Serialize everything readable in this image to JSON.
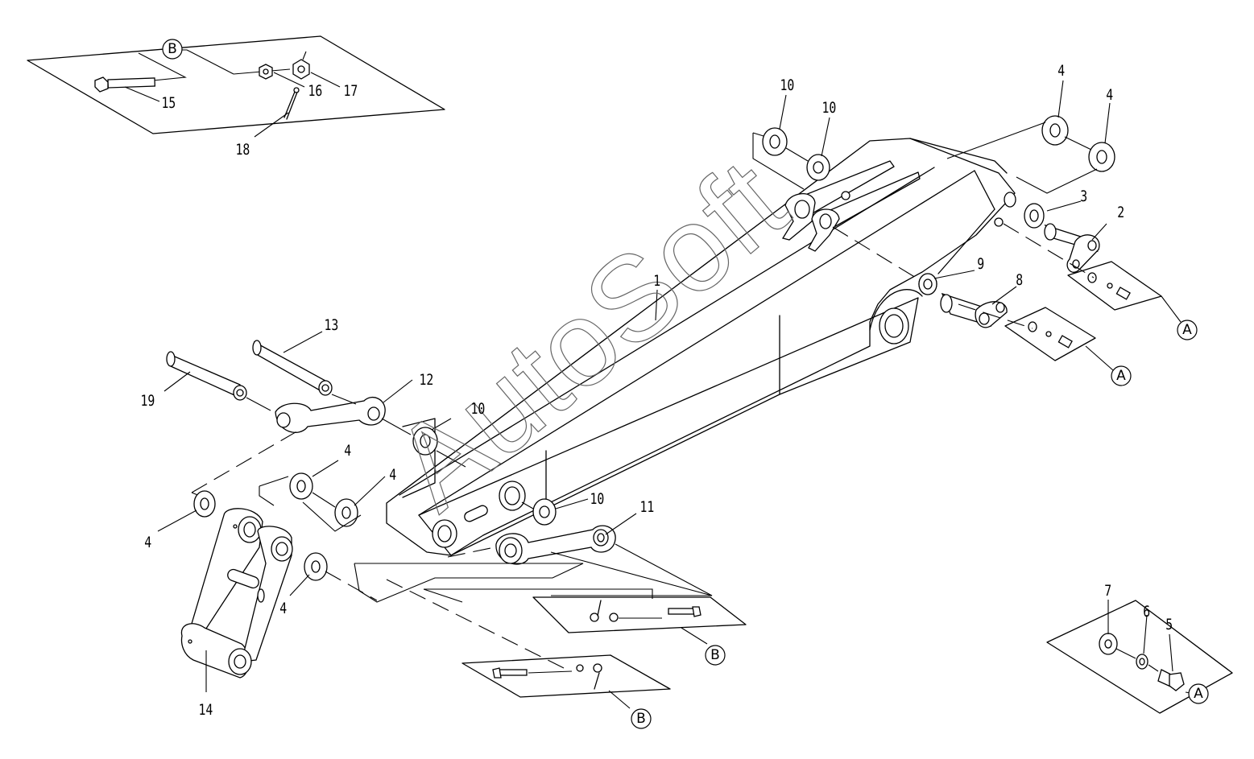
{
  "watermark": "AutoSoft",
  "callouts": [
    {
      "id": "c1",
      "label": "1"
    },
    {
      "id": "c2",
      "label": "2"
    },
    {
      "id": "c3",
      "label": "3"
    },
    {
      "id": "c4a",
      "label": "4"
    },
    {
      "id": "c4b",
      "label": "4"
    },
    {
      "id": "c4c",
      "label": "4"
    },
    {
      "id": "c4d",
      "label": "4"
    },
    {
      "id": "c4e",
      "label": "4"
    },
    {
      "id": "c4f",
      "label": "4"
    },
    {
      "id": "c5",
      "label": "5"
    },
    {
      "id": "c6",
      "label": "6"
    },
    {
      "id": "c7",
      "label": "7"
    },
    {
      "id": "c8",
      "label": "8"
    },
    {
      "id": "c9",
      "label": "9"
    },
    {
      "id": "c10a",
      "label": "10"
    },
    {
      "id": "c10b",
      "label": "10"
    },
    {
      "id": "c10c",
      "label": "10"
    },
    {
      "id": "c10d",
      "label": "10"
    },
    {
      "id": "c11",
      "label": "11"
    },
    {
      "id": "c12",
      "label": "12"
    },
    {
      "id": "c13",
      "label": "13"
    },
    {
      "id": "c14",
      "label": "14"
    },
    {
      "id": "c15",
      "label": "15"
    },
    {
      "id": "c16",
      "label": "16"
    },
    {
      "id": "c17",
      "label": "17"
    },
    {
      "id": "c18",
      "label": "18"
    },
    {
      "id": "c19",
      "label": "19"
    }
  ],
  "reference_markers": [
    {
      "id": "rA1",
      "label": "A"
    },
    {
      "id": "rA2",
      "label": "A"
    },
    {
      "id": "rA3",
      "label": "A"
    },
    {
      "id": "rB1",
      "label": "B"
    },
    {
      "id": "rB2",
      "label": "B"
    },
    {
      "id": "rB3",
      "label": "B"
    }
  ]
}
